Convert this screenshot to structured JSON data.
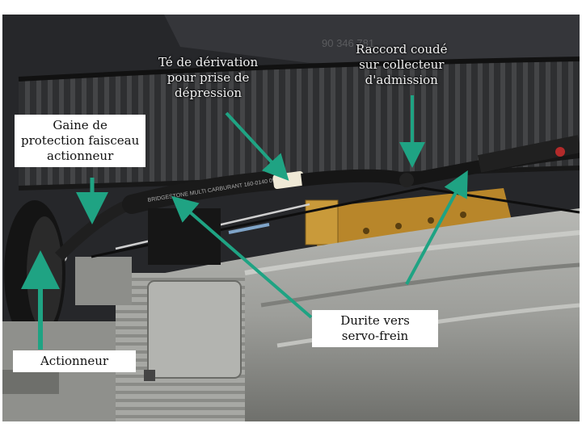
{
  "labels": {
    "te_derivation": [
      "Té de dérivation",
      "pour prise de",
      "dépression"
    ],
    "raccord": [
      "Raccord coudé",
      "sur collecteur",
      "d'admission"
    ],
    "gaine": [
      "Gaine de",
      "protection faisceau",
      "actionneur"
    ],
    "durite": [
      "Durite vers",
      "servo-frein"
    ],
    "actionneur": [
      "Actionneur"
    ]
  },
  "hose_print": "BRIDGESTONE MULTI CARBURANT 160-0140 09325",
  "part_number": "90 346 781",
  "colors": {
    "arrow": "#1fa383",
    "label_bg": "#ffffff",
    "label_text": "#111111",
    "hose": "#1a1a1a",
    "manifold": "#9a9b97",
    "bracket": "#b8862a"
  }
}
